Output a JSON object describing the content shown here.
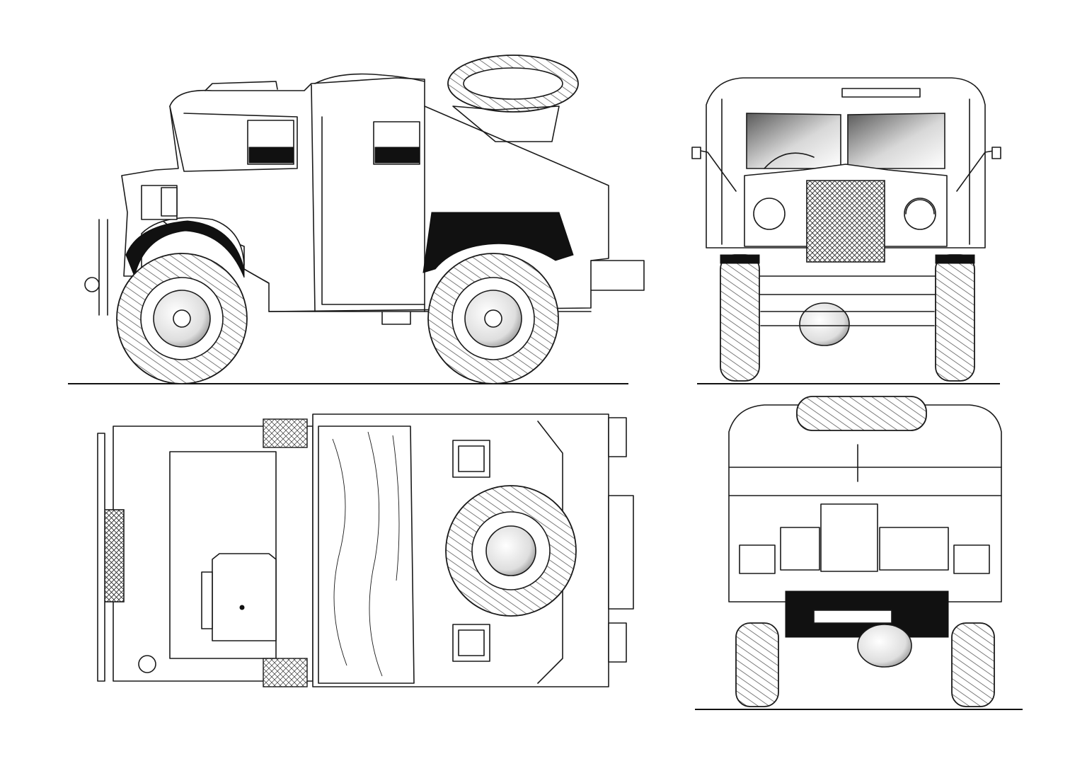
{
  "drawing": {
    "subject": "",
    "views": [
      "side",
      "front",
      "top",
      "rear"
    ],
    "line_color": "#1a1a1a",
    "background_color": "#ffffff"
  }
}
